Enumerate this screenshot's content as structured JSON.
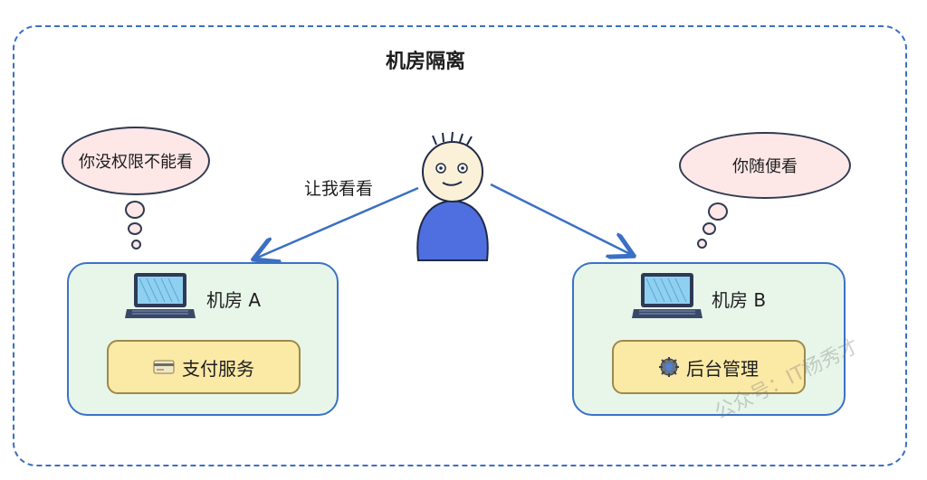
{
  "title": "机房隔离",
  "speech": "让我看看",
  "room_a": {
    "label": "机房 A",
    "thought": "你没权限不能看",
    "service": "支付服务",
    "service_icon": "credit-card-icon"
  },
  "room_b": {
    "label": "机房 B",
    "thought": "你随便看",
    "service": "后台管理",
    "service_icon": "gear-icon"
  },
  "watermark": "公众号：IT杨秀才",
  "colors": {
    "frame": "#3b6fc4",
    "room_fill": "#e8f6ea",
    "service_fill": "#fbe9a6",
    "bubble_fill": "#fde7e7",
    "person_body": "#4f6fe0",
    "arrow": "#3b6fc4"
  }
}
